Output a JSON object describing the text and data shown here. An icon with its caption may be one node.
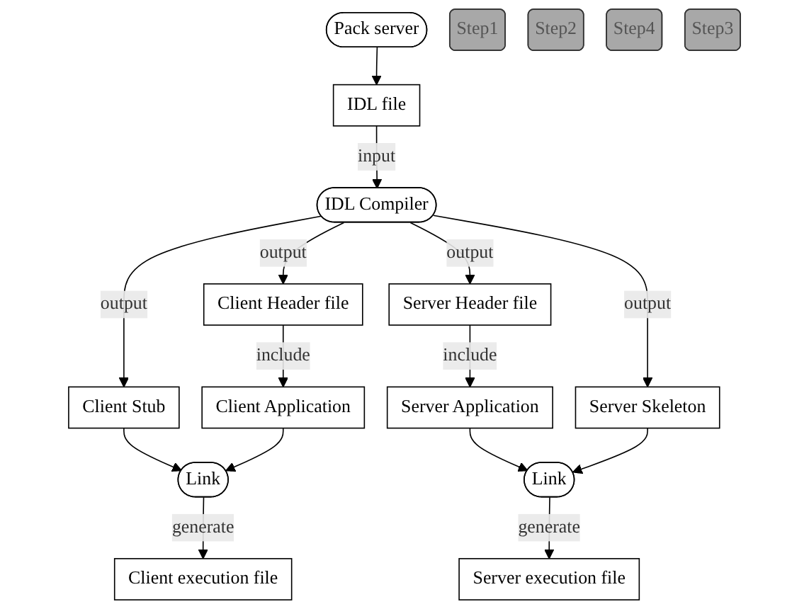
{
  "diagram": {
    "nodes": [
      {
        "text": [
          "Pack server"
        ]
      },
      {
        "text": [
          "Step1"
        ]
      },
      {
        "text": [
          "IDL file"
        ]
      },
      {
        "text": [
          "Step2"
        ]
      },
      {
        "text": [
          "IDL Compiler"
        ]
      },
      {
        "text": [
          "Client Stub"
        ]
      },
      {
        "text": [
          "Client Header file"
        ]
      },
      {
        "text": [
          "Server Header file"
        ]
      },
      {
        "text": [
          "Server Skeleton"
        ]
      },
      {
        "text": [
          "Client Application"
        ]
      },
      {
        "text": [
          "Server Application"
        ]
      },
      {
        "text": [
          "Step4"
        ]
      },
      {
        "text": [
          "Step3"
        ]
      },
      {
        "text": [
          "Link"
        ]
      },
      {
        "text": [
          "Link"
        ]
      },
      {
        "text": [
          "Client execution file"
        ]
      },
      {
        "text": [
          "Server execution file"
        ]
      }
    ],
    "edges": [
      {
        "from": 0,
        "to": 2,
        "arrow": "to"
      },
      {
        "from": 2,
        "to": 4,
        "arrow": "to",
        "label": "input"
      },
      {
        "from": 4,
        "to": 5,
        "arrow": "to",
        "label": "output"
      },
      {
        "from": 4,
        "to": 6,
        "arrow": "to",
        "label": "output"
      },
      {
        "from": 4,
        "to": 7,
        "arrow": "to",
        "label": "output"
      },
      {
        "from": 4,
        "to": 8,
        "arrow": "to",
        "label": "output"
      },
      {
        "from": 6,
        "to": 9,
        "arrow": "to",
        "label": "include"
      },
      {
        "from": 7,
        "to": 10,
        "arrow": "to",
        "label": "include"
      },
      {
        "from": 5,
        "to": 13,
        "arrow": "to"
      },
      {
        "from": 9,
        "to": 13,
        "arrow": "to"
      },
      {
        "from": 10,
        "to": 14,
        "arrow": "to"
      },
      {
        "from": 8,
        "to": 14,
        "arrow": "to"
      },
      {
        "from": 13,
        "to": 15,
        "arrow": "to",
        "label": "generate"
      },
      {
        "from": 14,
        "to": 16,
        "arrow": "to",
        "label": "generate"
      }
    ]
  }
}
